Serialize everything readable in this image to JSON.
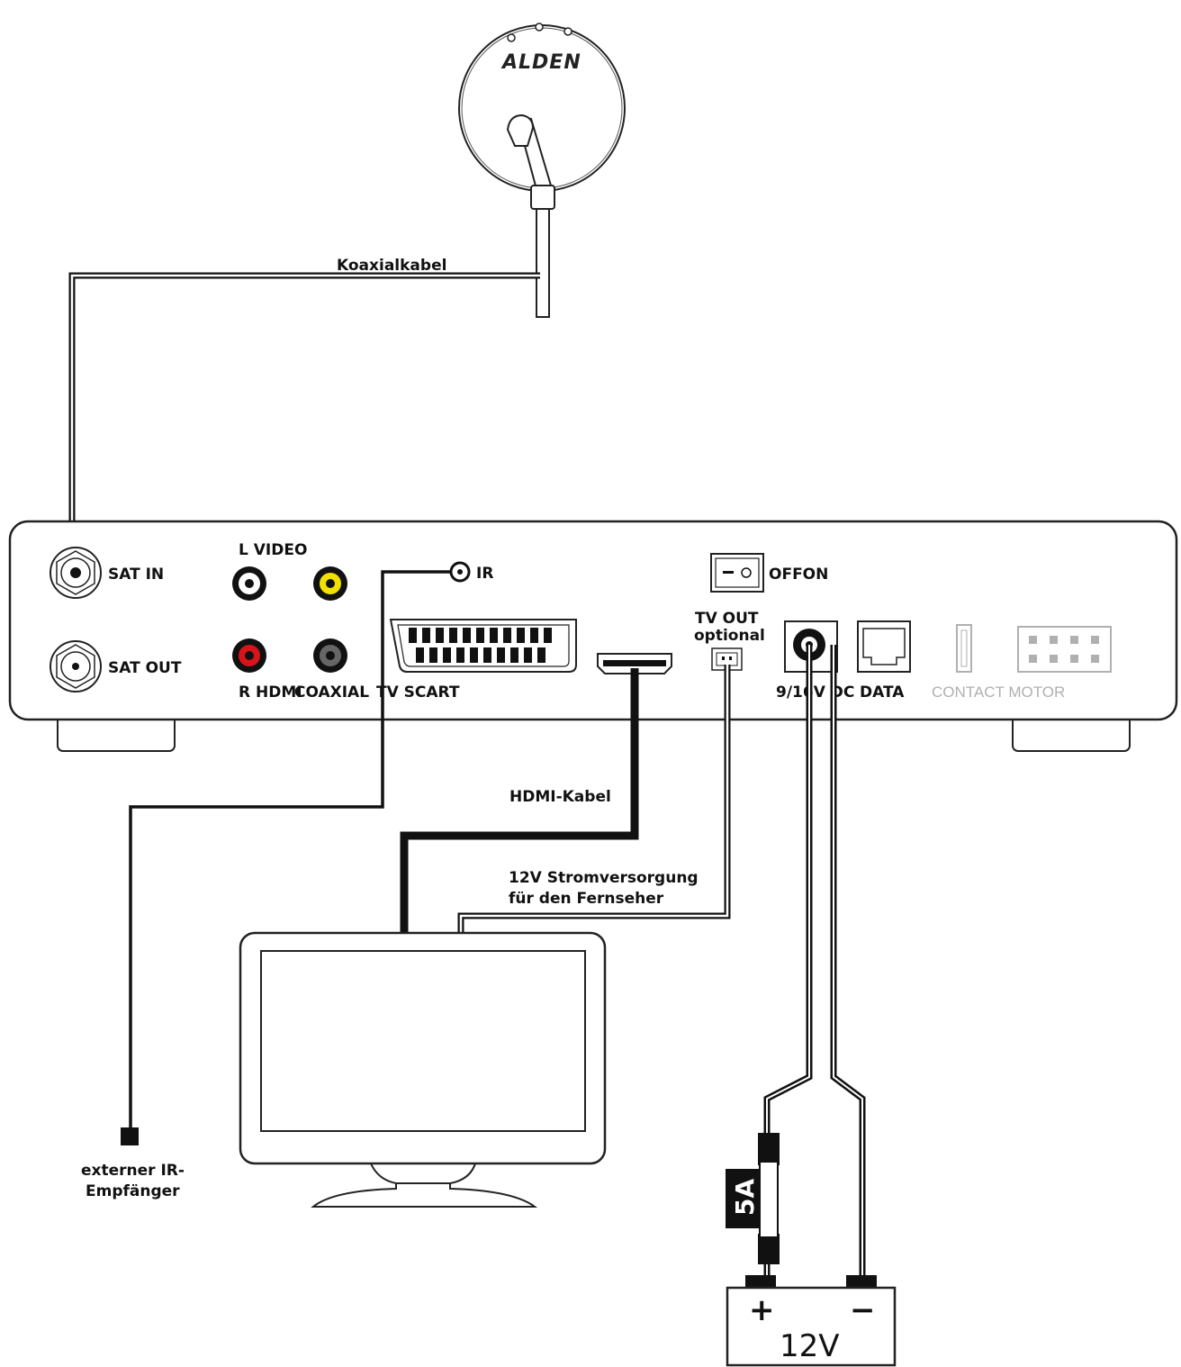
{
  "dish": {
    "brand": "ALDEN"
  },
  "cables": {
    "coax": "Koaxialkabel",
    "hdmi": "HDMI-Kabel",
    "tv_power_line1": "12V Stromversorgung",
    "tv_power_line2": "für den Fernseher"
  },
  "receiver_labels": {
    "sat_in": "SAT IN",
    "sat_out": "SAT OUT",
    "l_video": "L VIDEO",
    "r_hdmi": "R HDMI",
    "coaxial": "COAXIAL",
    "tv_scart": "TV SCART",
    "ir": "IR",
    "offon": "OFFON",
    "tv_out": "TV OUT",
    "optional": "optional",
    "dc": "9/16V DC",
    "data": "DATA",
    "contact_motor": "CONTACT MOTOR"
  },
  "ir_receiver": {
    "line1": "externer IR-",
    "line2": "Empfänger"
  },
  "fuse": {
    "label": "5A"
  },
  "battery": {
    "plus": "+",
    "minus": "−",
    "voltage": "12V"
  },
  "colors": {
    "rca_red": "#d8141b",
    "rca_yellow": "#f0e000",
    "line": "#111111",
    "grey": "#b0b0b0"
  }
}
